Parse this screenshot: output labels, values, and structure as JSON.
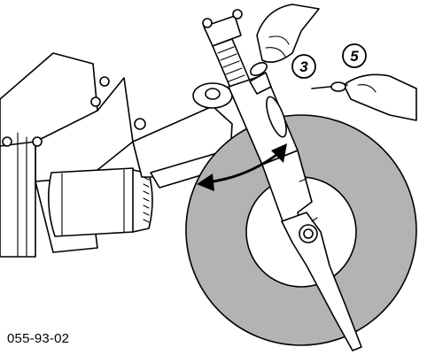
{
  "figure": {
    "code": "055-93-02",
    "callouts": [
      {
        "label": "3"
      },
      {
        "label": "5"
      }
    ]
  },
  "colors": {
    "ink": "#000000",
    "wheel_fill": "#b3b3b3",
    "background": "#ffffff"
  },
  "icons": [
    "double-headed-arc-arrow",
    "hand-icon",
    "wrench-tool"
  ]
}
